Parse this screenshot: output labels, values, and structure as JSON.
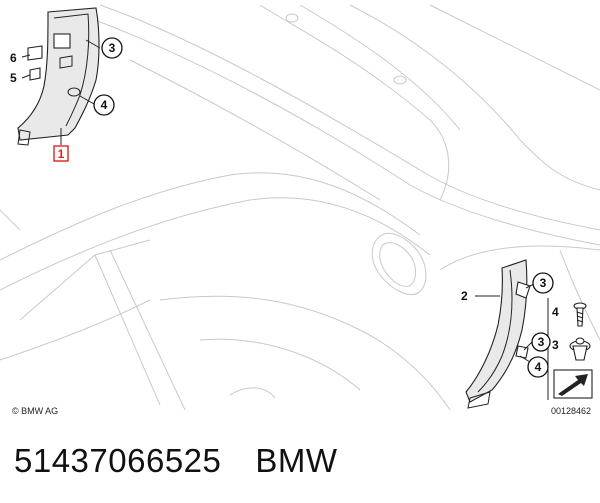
{
  "diagram": {
    "callouts": {
      "c1": "1",
      "c2": "2",
      "c3a": "3",
      "c3b": "3",
      "c3c": "3",
      "c4a": "4",
      "c4b": "4",
      "c4c": "4",
      "c5": "5",
      "c6": "6"
    },
    "copyright": "© BMW AG",
    "image_number": "00128462",
    "highlight_color": "#dd2222"
  },
  "footer": {
    "part_number": "51437066525",
    "brand": "BMW"
  }
}
